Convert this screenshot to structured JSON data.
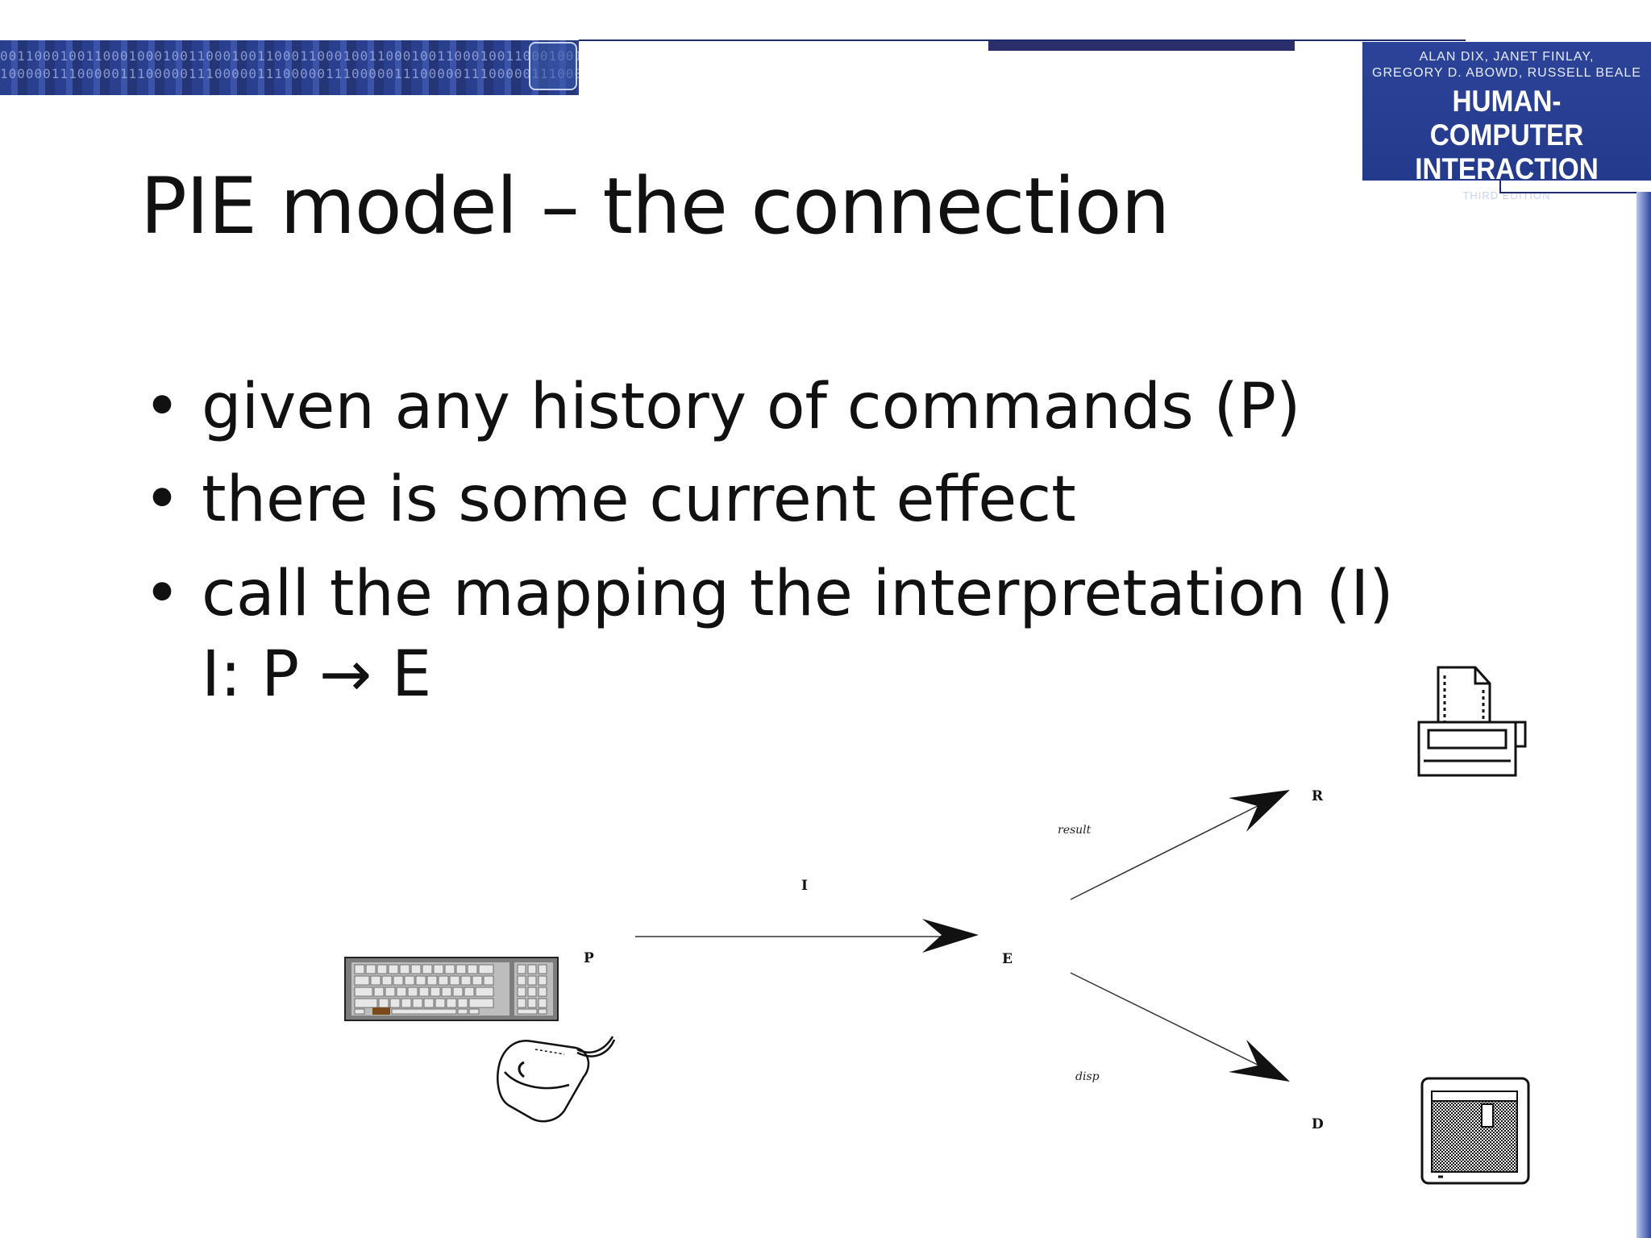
{
  "header": {
    "banner_bits_1": "0011000100110001000100110001001100011000100110001001100010011000100110001",
    "banner_bits_2": "1000001110000011100000111000001110000011100000111000001110000011100000111",
    "book": {
      "authors_line1": "ALAN DIX, JANET FINLAY,",
      "authors_line2": "GREGORY D. ABOWD, RUSSELL BEALE",
      "title_line1": "HUMAN-COMPUTER",
      "title_line2": "INTERACTION",
      "edition": "THIRD EDITION"
    }
  },
  "slide": {
    "title": "PIE model – the connection",
    "bullets": [
      "given any history of commands (P)",
      "there is some current effect",
      "call the mapping the interpretation (I)"
    ],
    "formula": "I: P → E"
  },
  "diagram": {
    "P": "P",
    "I": "I",
    "E": "E",
    "R": "R",
    "D": "D",
    "result": "result",
    "disp": "disp",
    "icons": [
      "keyboard-icon",
      "mouse-icon",
      "printer-icon",
      "monitor-icon"
    ]
  },
  "colors": {
    "accent": "#2c4399",
    "text": "#111111"
  }
}
